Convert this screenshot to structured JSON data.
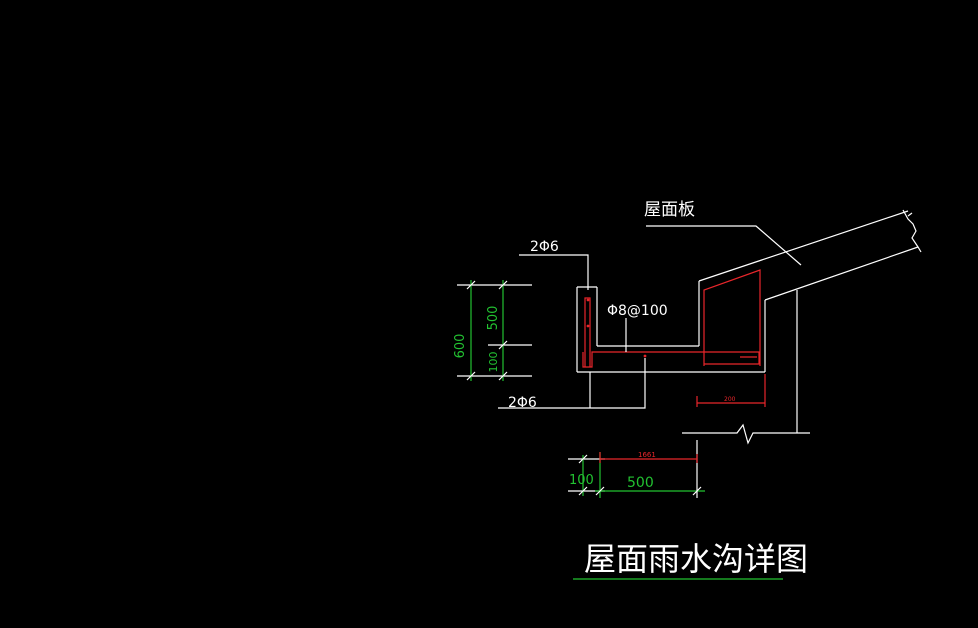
{
  "labels": {
    "roof_slab": "屋面板",
    "top_bars": "2Φ6",
    "bottom_bars": "2Φ6",
    "stirrups": "Φ8@100",
    "title": "屋面雨水沟详图"
  },
  "dimensions": {
    "overall_height": "600",
    "upper_height": "500",
    "lower_height": "100",
    "base_thickness": "100",
    "base_width": "500",
    "red_dim_small": "1661",
    "red_dim_right": "200"
  },
  "colors": {
    "background": "#000000",
    "line": "#ffffff",
    "rebar": "#e8262b",
    "dimension": "#22c231"
  }
}
